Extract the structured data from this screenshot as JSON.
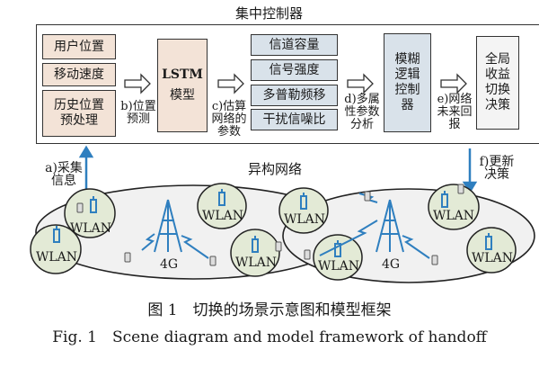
{
  "controller": {
    "title": "集中控制器",
    "inputs": [
      "用户位置",
      "移动速度",
      "历史位置\n预处理"
    ],
    "lstm": {
      "line1": "LSTM",
      "line2": "模型"
    },
    "params": [
      "信道容量",
      "信号强度",
      "多普勒频移",
      "干扰信噪比"
    ],
    "fuzzy": "模糊\n逻辑\n控制\n器",
    "decision": "全局\n收益\n切换\n决策",
    "steps": {
      "b": "b)位置\n预测",
      "c": "c)估算\n网络的\n参数",
      "d": "d)多属\n性参数\n分析",
      "e": "e)网络\n未来回\n报"
    }
  },
  "network": {
    "title": "异构网络",
    "step_a": "a)采集\n信息",
    "step_f": "f)更新\n决策",
    "wlan_label": "WLAN",
    "cell_label": "4G"
  },
  "colors": {
    "input_fill": "#f3e3d7",
    "param_fill": "#d9e2ea",
    "tower_blue": "#2f7fbf",
    "wlan_fill": "#e3ead6",
    "network_fill": "#f1f1f1"
  },
  "caption": {
    "zh": "图 1　切换的场景示意图和模型框架",
    "en": "Fig. 1　Scene diagram and model framework of handoff"
  }
}
